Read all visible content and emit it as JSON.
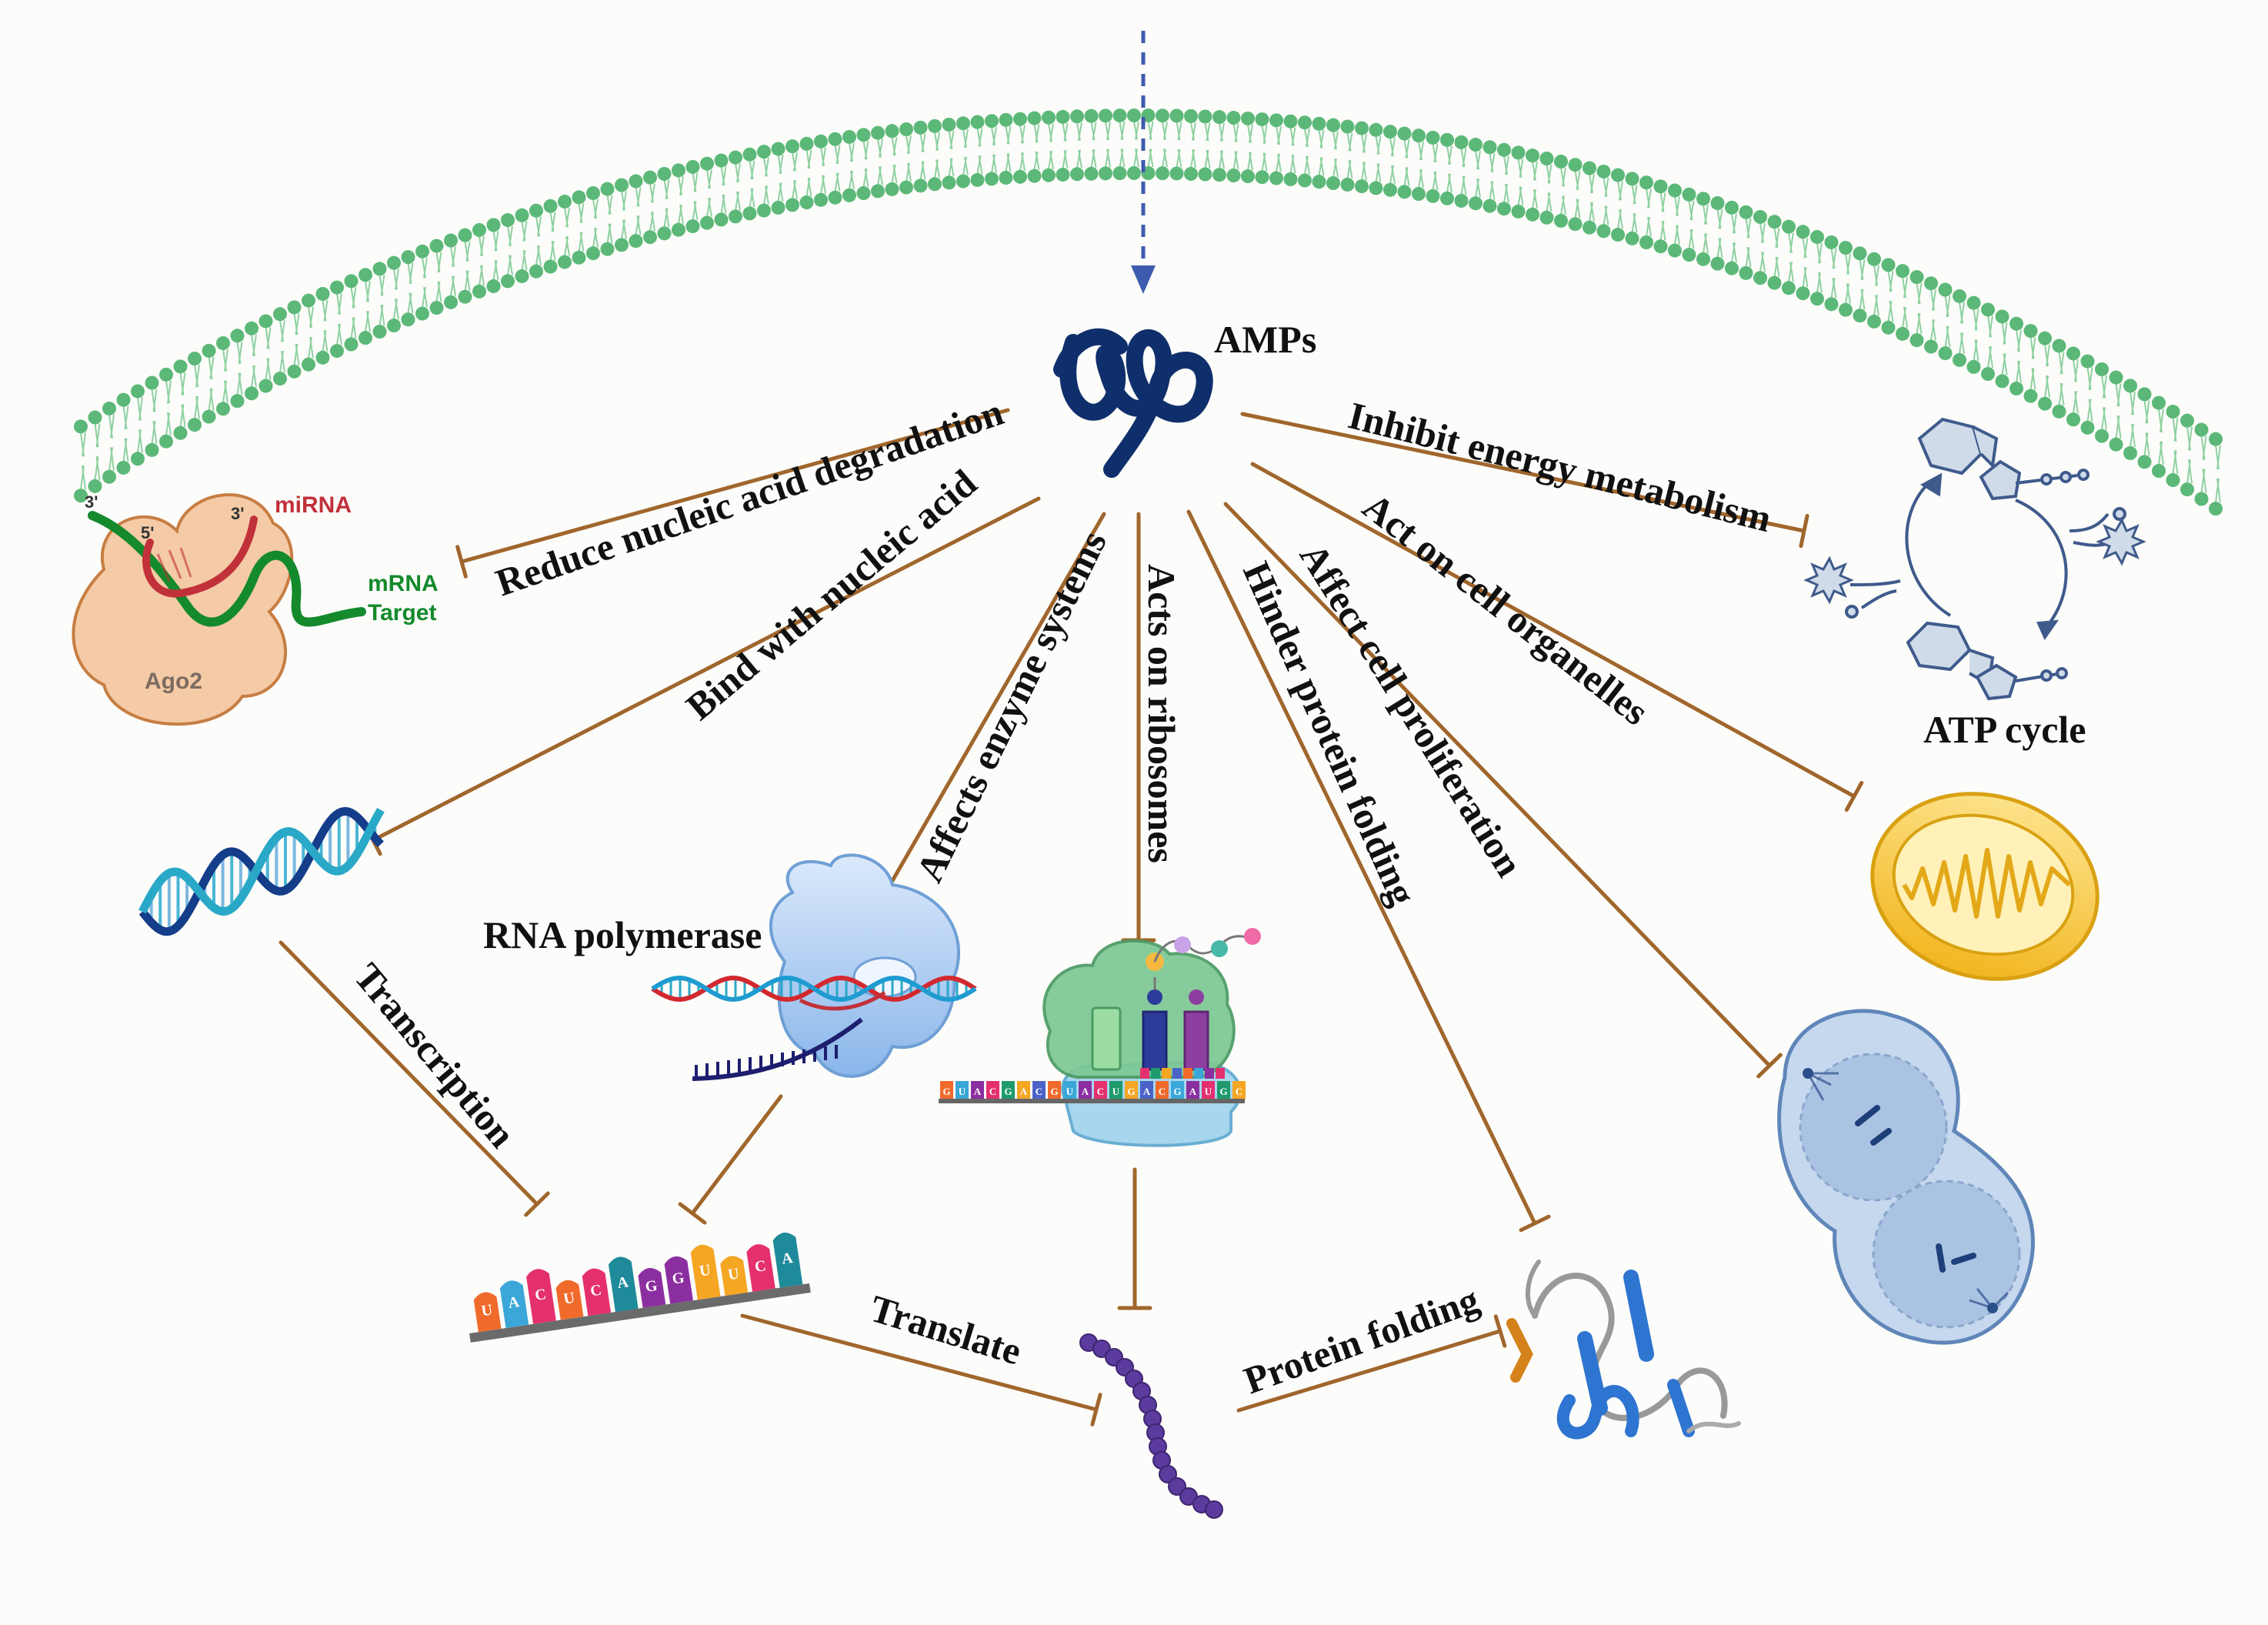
{
  "center": {
    "label": "AMPs"
  },
  "pathways": {
    "reduce_nucleic": "Reduce nucleic acid degradation",
    "bind_nucleic": "Bind  with nucleic acid",
    "enzyme": "Affects enzyme systems",
    "ribosomes": "Acts on ribosomes",
    "hinder_folding": "Hinder protein folding",
    "proliferation": "Affect cell proliferation",
    "organelles": "Act on cell organelles",
    "energy": "Inhibit energy metabolism"
  },
  "steps": {
    "transcription": "Transcription",
    "translate": "Translate",
    "protein_folding": "Protein folding"
  },
  "ago2": {
    "ago2": "Ago2",
    "mirna": "miRNA",
    "mrna": "mRNA",
    "target": "Target",
    "three_prime_a": "3'",
    "five_prime": "5'",
    "three_prime_b": "3'"
  },
  "labels": {
    "rna_polymerase": "RNA polymerase",
    "atp_cycle": "ATP cycle"
  },
  "mrna_letters": [
    "U",
    "A",
    "C",
    "U",
    "C",
    "A",
    "G",
    "G",
    "U",
    "U",
    "C",
    "A"
  ],
  "ribosome_letters": [
    "G",
    "U",
    "A",
    "C",
    "G",
    "A",
    "C",
    "G",
    "U",
    "A",
    "C",
    "U",
    "G",
    "A",
    "C",
    "G",
    "A",
    "U",
    "G",
    "C"
  ],
  "colors": {
    "membrane": "#5cb878",
    "inhibit_line": "#a0662c",
    "amp": "#0e2f6b",
    "arrow": "#3e5cae",
    "mirna": "#c1313a",
    "mrna": "#148a2c",
    "ago2": "#f4cba6",
    "mitochondria": "#f4c430",
    "cell": "#a9c3e2",
    "peptide": "#5b3b9e"
  }
}
